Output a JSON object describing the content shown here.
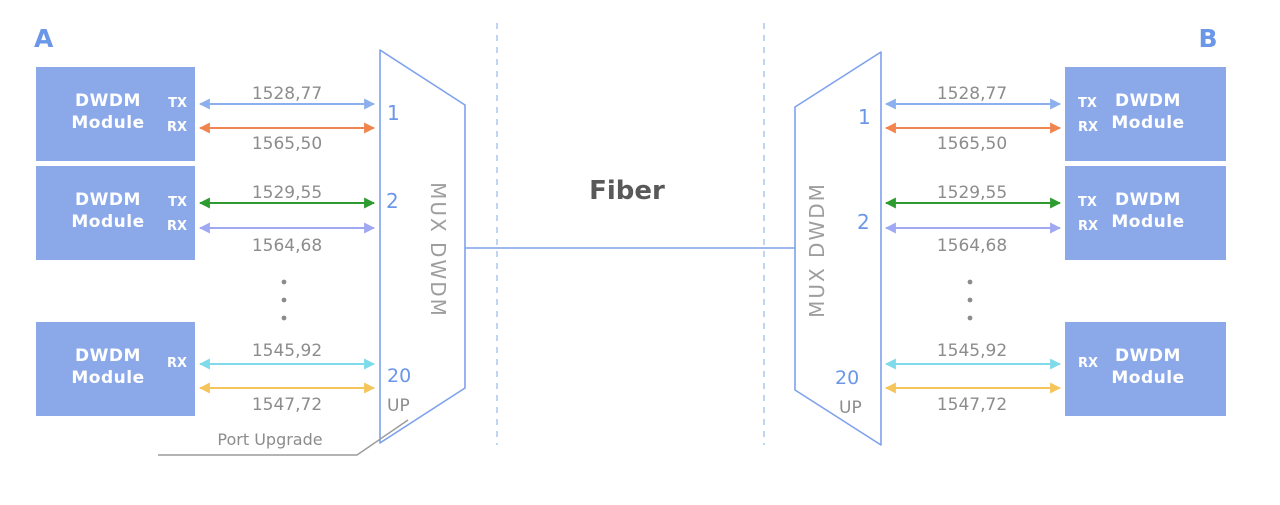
{
  "left": {
    "region_label": "A",
    "modules": [
      {
        "line1": "DWDM",
        "line2": "Module",
        "tx": "TX",
        "rx": "RX"
      },
      {
        "line1": "DWDM",
        "line2": "Module",
        "tx": "TX",
        "rx": "RX"
      },
      {
        "line1": "DWDM",
        "line2": "Module",
        "rx": "RX"
      }
    ],
    "wavelengths": [
      "1528,77",
      "1565,50",
      "1529,55",
      "1564,68",
      "1545,92",
      "1547,72"
    ],
    "mux": {
      "label": "MUX DWDM",
      "port1": "1",
      "port2": "2",
      "port20": "20",
      "up": "UP"
    },
    "port_upgrade_label": "Port Upgrade"
  },
  "center": {
    "fiber_label": "Fiber"
  },
  "right": {
    "region_label": "B",
    "modules": [
      {
        "line1": "DWDM",
        "line2": "Module",
        "tx": "TX",
        "rx": "RX"
      },
      {
        "line1": "DWDM",
        "line2": "Module",
        "tx": "TX",
        "rx": "RX"
      },
      {
        "line1": "DWDM",
        "line2": "Module",
        "rx": "RX"
      }
    ],
    "wavelengths": [
      "1528,77",
      "1565,50",
      "1529,55",
      "1564,68",
      "1545,92",
      "1547,72"
    ],
    "mux": {
      "label": "MUX DWDM",
      "port1": "1",
      "port2": "2",
      "port20": "20",
      "up": "UP"
    }
  },
  "colors": {
    "module_fill": "#8BA9E9",
    "outline_blue": "#7EA1EC",
    "dashed_line": "#A9C7F2",
    "accent_blue_text": "#6B97E8",
    "gray_text": "#8C8C8C",
    "mux_text": "#9E9E9E",
    "fiber_text": "#595959",
    "leader_line": "#9B9B9B",
    "arrow_1528_77": "#8CB0EE",
    "arrow_1565_50": "#F0854F",
    "arrow_1529_55": "#2E9B30",
    "arrow_1564_68": "#9FA8F0",
    "arrow_1545_92": "#7FDBEA",
    "arrow_1547_72": "#F5C55C"
  }
}
